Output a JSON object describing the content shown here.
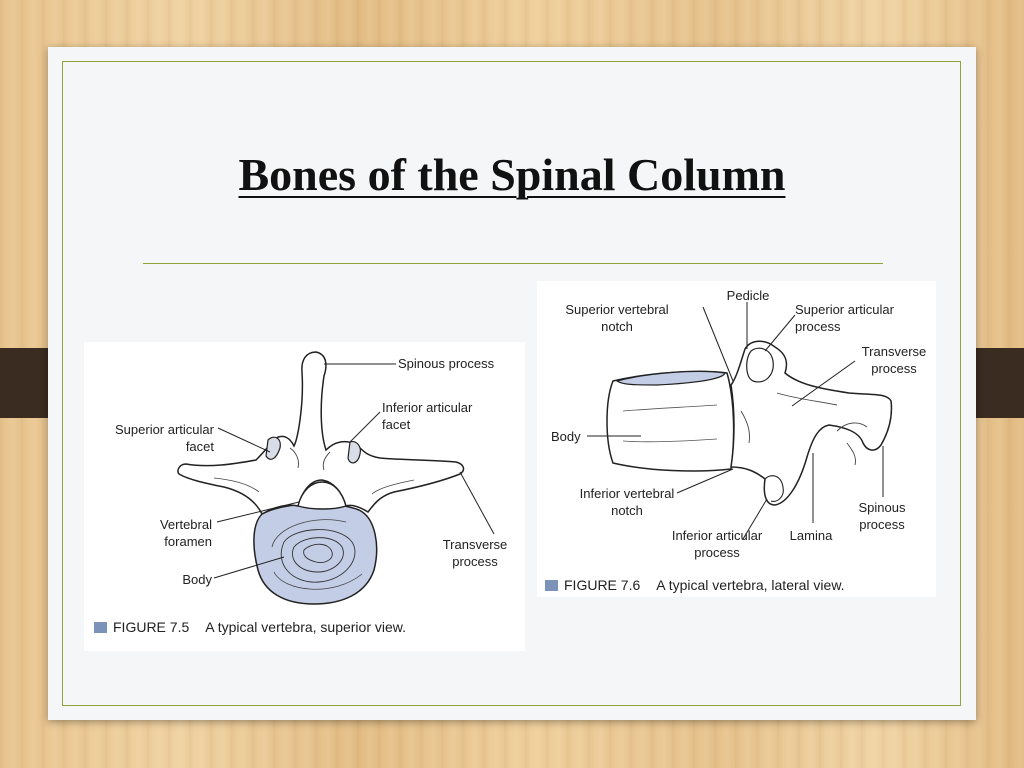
{
  "slide": {
    "title": "Bones of  the Spinal Column"
  },
  "figure_superior": {
    "labels": {
      "spinous_process": "Spinous process",
      "inferior_articular_facet": "Inferior articular\nfacet",
      "superior_articular_facet": "Superior articular\nfacet",
      "vertebral_foramen": "Vertebral\nforamen",
      "transverse_process": "Transverse\nprocess",
      "body": "Body"
    },
    "caption_number": "FIGURE 7.5",
    "caption_text": "A typical vertebra, superior view."
  },
  "figure_lateral": {
    "labels": {
      "pedicle": "Pedicle",
      "superior_vertebral_notch": "Superior vertebral\nnotch",
      "superior_articular_process": "Superior articular\nprocess",
      "transverse_process": "Transverse\nprocess",
      "body": "Body",
      "inferior_vertebral_notch": "Inferior vertebral\nnotch",
      "spinous_process": "Spinous\nprocess",
      "inferior_articular_process": "Inferior articular\nprocess",
      "lamina": "Lamina"
    },
    "caption_number": "FIGURE 7.6",
    "caption_text": "A typical vertebra, lateral view."
  },
  "colors": {
    "accent_green": "#8ea33a",
    "tab_brown": "#3a2c20",
    "vertebra_body_fill": "#c3cde6",
    "caption_square": "#7b93b8"
  }
}
